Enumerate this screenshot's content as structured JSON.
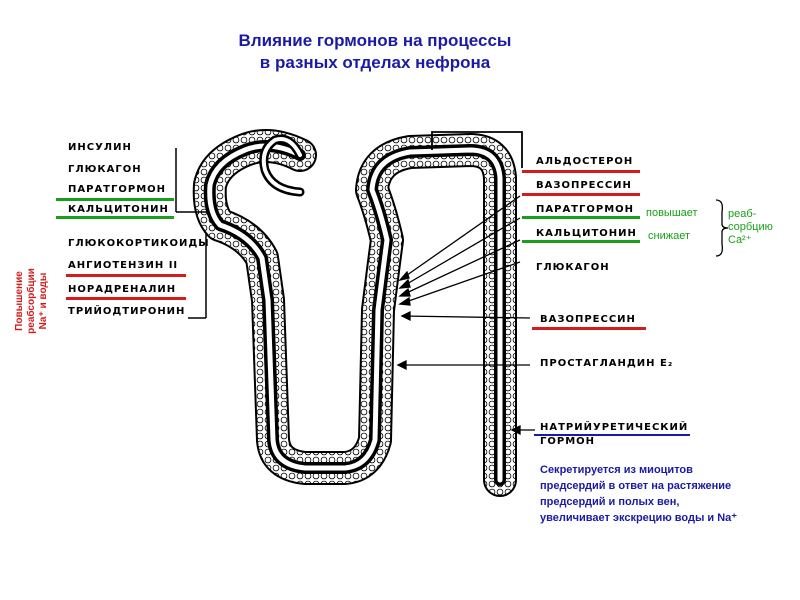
{
  "title": {
    "line1": "Влияние гормонов на процессы",
    "line2": "в разных отделах нефрона"
  },
  "colors": {
    "title": "#1a1aa6",
    "red": "#d41c1c",
    "green": "#18a018",
    "blue": "#1a1aa6"
  },
  "left_hormones": [
    {
      "label": "ИНСУЛИН",
      "underline": ""
    },
    {
      "label": "ГЛЮКАГОН",
      "underline": ""
    },
    {
      "label": "ПАРАТГОРМОН",
      "underline": "green"
    },
    {
      "label": "КАЛЬЦИТОНИН",
      "underline": "green"
    },
    {
      "label": "ГЛЮКОКОРТИКОИДЫ",
      "underline": ""
    },
    {
      "label": "АНГИОТЕНЗИН II",
      "underline": "red"
    },
    {
      "label": "НОРАДРЕНАЛИН",
      "underline": "red"
    },
    {
      "label": "ТРИЙОДТИРОНИН",
      "underline": ""
    }
  ],
  "right_hormones": [
    {
      "label": "АЛЬДОСТЕРОН",
      "underline": "red"
    },
    {
      "label": "ВАЗОПРЕССИН",
      "underline": "red"
    },
    {
      "label": "ПАРАТГОРМОН",
      "underline": "green"
    },
    {
      "label": "КАЛЬЦИТОНИН",
      "underline": "green"
    },
    {
      "label": "ГЛЮКАГОН",
      "underline": ""
    },
    {
      "label": "ВАЗОПРЕССИН",
      "underline": "red"
    },
    {
      "label": "ПРОСТАГЛАНДИН E₂",
      "underline": ""
    },
    {
      "label_line1": "НАТРИЙУРЕТИЧЕСКИЙ",
      "label_line2": "ГОРМОН",
      "underline": "blue"
    }
  ],
  "calcium": {
    "increases": "повышает",
    "decreases": "снижает",
    "reab_line1": "реаб-",
    "reab_line2": "сорбцию",
    "reab_line3": "Ca²⁺"
  },
  "vertical_note": {
    "line1": "Повышение",
    "line2": "реабсорбции",
    "line3": "Na⁺ и воды"
  },
  "natriuretic_note": {
    "line1": "Секретируется из миоцитов",
    "line2": "предсердий в ответ на растяжение",
    "line3": "предсердий и полых вен,",
    "line4": "увеличивает экскрецию воды и Na⁺"
  }
}
